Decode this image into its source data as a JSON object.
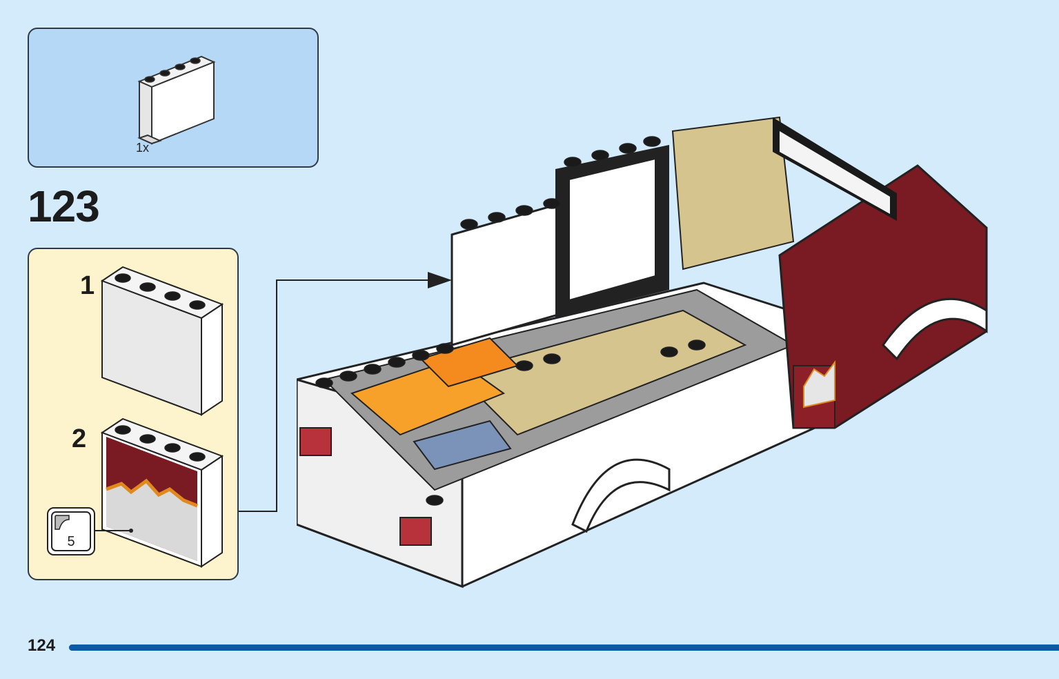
{
  "parts_list": {
    "items": [
      {
        "name": "white-panel-1x4x3",
        "quantity_label": "1x"
      }
    ]
  },
  "step": {
    "number": "123"
  },
  "sub_steps": [
    {
      "number": "1"
    },
    {
      "number": "2"
    }
  ],
  "sticker": {
    "number": "5"
  },
  "page": {
    "number": "124",
    "progress_fraction": 1.0
  },
  "colors": {
    "background": "#d3ebfb",
    "parts_box": "#b4d8f5",
    "sub_box": "#fdf3cc",
    "progress": "#0a5aa8",
    "dark_red": "#7a1a22",
    "tan": "#d6c48e",
    "orange": "#f7a12a",
    "white": "#ffffff"
  }
}
